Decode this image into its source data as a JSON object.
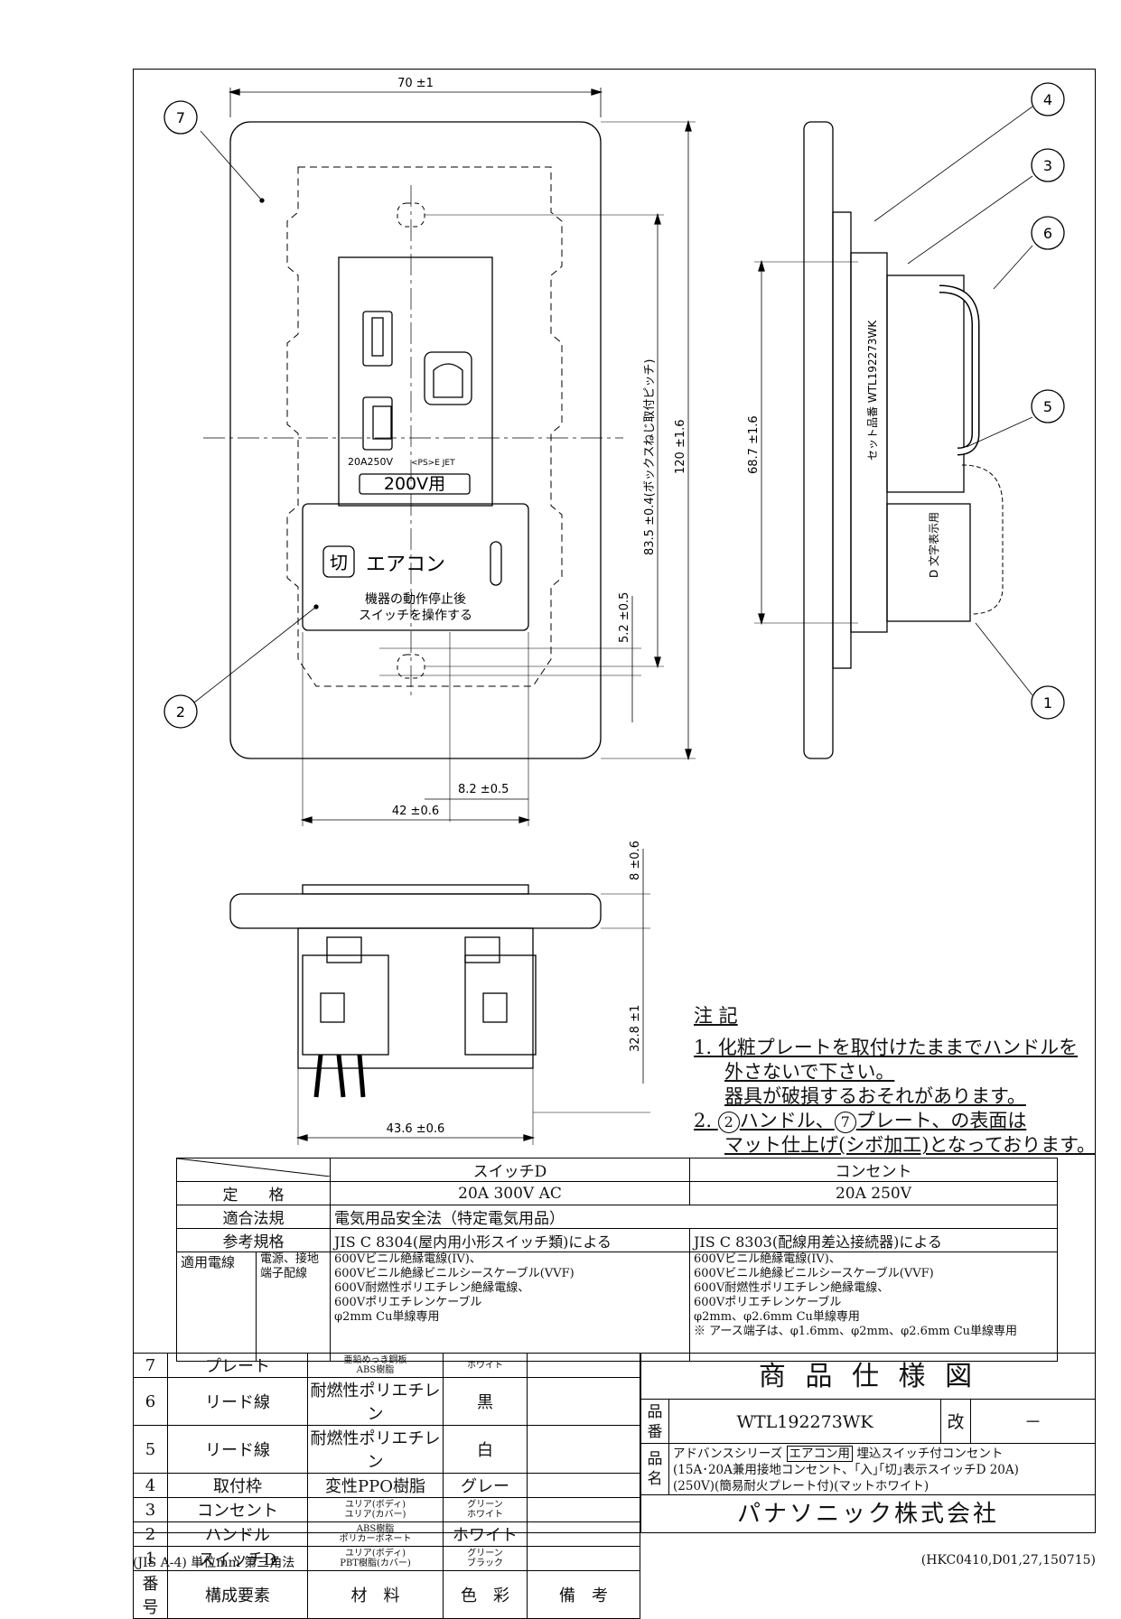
{
  "balloons": [
    "1",
    "2",
    "3",
    "4",
    "5",
    "6",
    "7"
  ],
  "dims": {
    "w70": "70 ±1",
    "h120": "120 ±1.6",
    "pitch": "83.5 ±0.4(ボックスねじ取付ピッチ)",
    "d52": "5.2 ±0.5",
    "d82": "8.2 ±0.5",
    "w42": "42 ±0.6",
    "h687": "68.7 ±1.6",
    "h8": "8 ±0.6",
    "h328": "32.8 ±1",
    "w436": "43.6 ±0.6"
  },
  "device": {
    "rating_mark": "20A250V",
    "pse_mark": "<PS>E JET",
    "label_200v": "200V用",
    "switch_kanji": "切",
    "switch_label": "エアコン",
    "warn1": "機器の動作停止後",
    "warn2": "スイッチを操作する",
    "side_model": "セット品番 WTL192273WK",
    "side_display": "D 文字表示用"
  },
  "notes": {
    "heading": "注 記",
    "n1a": "1. 化粧プレートを取付けたままでハンドルを",
    "n1b": "外さないで下さい。",
    "n1c": "器具が破損するおそれがあります。",
    "n2_num": "2.",
    "n2_c2": "2",
    "n2_mid": "ハンドル、",
    "n2_c7": "7",
    "n2_end": "プレート、の表面は",
    "n2b": "マット仕上げ(シボ加工)となっております。"
  },
  "spec": {
    "col_switch": "スイッチD",
    "col_outlet": "コンセント",
    "rating_label": "定　　格",
    "rating_switch": "20A  300V  AC",
    "rating_outlet": "20A  250V",
    "law_label": "適合法規",
    "law_value": "電気用品安全法（特定電気用品）",
    "std_label": "参考規格",
    "std_switch": "JIS C 8304(屋内用小形スイッチ類)による",
    "std_outlet": "JIS C 8303(配線用差込接続器)による",
    "wire_label": "適用電線",
    "wire_sub": "電源、接地端子配線",
    "wire_switch": [
      "600Vビニル絶縁電線(IV)、",
      "600Vビニル絶縁ビニルシースケーブル(VVF)",
      "600V耐燃性ポリエチレン絶縁電線、",
      "600Vポリエチレンケーブル",
      "φ2mm Cu単線専用"
    ],
    "wire_outlet": [
      "600Vビニル絶縁電線(IV)、",
      "600Vビニル絶縁ビニルシースケーブル(VVF)",
      "600V耐燃性ポリエチレン絶縁電線、",
      "600Vポリエチレンケーブル",
      "φ2mm、φ2.6mm  Cu単線専用",
      "※ アース端子は、φ1.6mm、φ2mm、φ2.6mm  Cu単線専用"
    ]
  },
  "parts": {
    "headers": [
      "番号",
      "構成要素",
      "材　料",
      "色　彩",
      "備　考"
    ],
    "rows": [
      {
        "no": "7",
        "name": "プレート",
        "mat": [
          "亜鉛めっき鋼板",
          "ABS樹脂"
        ],
        "color": [
          "",
          "ホワイト"
        ]
      },
      {
        "no": "6",
        "name": "リード線",
        "mat": [
          "耐燃性ポリエチレン"
        ],
        "color": [
          "黒"
        ]
      },
      {
        "no": "5",
        "name": "リード線",
        "mat": [
          "耐燃性ポリエチレン"
        ],
        "color": [
          "白"
        ]
      },
      {
        "no": "4",
        "name": "取付枠",
        "mat": [
          "変性PPO樹脂"
        ],
        "color": [
          "グレー"
        ]
      },
      {
        "no": "3",
        "name": "コンセント",
        "mat": [
          "ユリア(ボディ)",
          "ユリア(カバー)"
        ],
        "color": [
          "グリーン",
          "ホワイト"
        ]
      },
      {
        "no": "2",
        "name": "ハンドル",
        "mat": [
          "ABS樹脂",
          "ポリカーボネート"
        ],
        "color": [
          "ホワイト"
        ]
      },
      {
        "no": "1",
        "name": "スイッチD",
        "mat": [
          "ユリア(ボディ)",
          "PBT樹脂(カバー)"
        ],
        "color": [
          "グリーン",
          "ブラック"
        ]
      }
    ]
  },
  "title": {
    "doc_title": "商 品 仕 様 図",
    "hinban_label": "品番",
    "hinban": "WTL192273WK",
    "kai_label": "改",
    "kai": "－",
    "hinmei_label": "品名",
    "series": "アドバンスシリーズ",
    "series_tag": "エアコン用",
    "name1": "埋込スイッチ付コンセント",
    "name2": "(15A･20A兼用接地コンセント、｢入｣｢切｣表示スイッチD 20A)",
    "name3": "(250V)(簡易耐火プレート付)(マットホワイト)",
    "company": "パナソニック株式会社"
  },
  "footer": {
    "left": "(JIS A-4)  単位mm  第三角法",
    "right": "(HKC0410,D01,27,150715)"
  }
}
